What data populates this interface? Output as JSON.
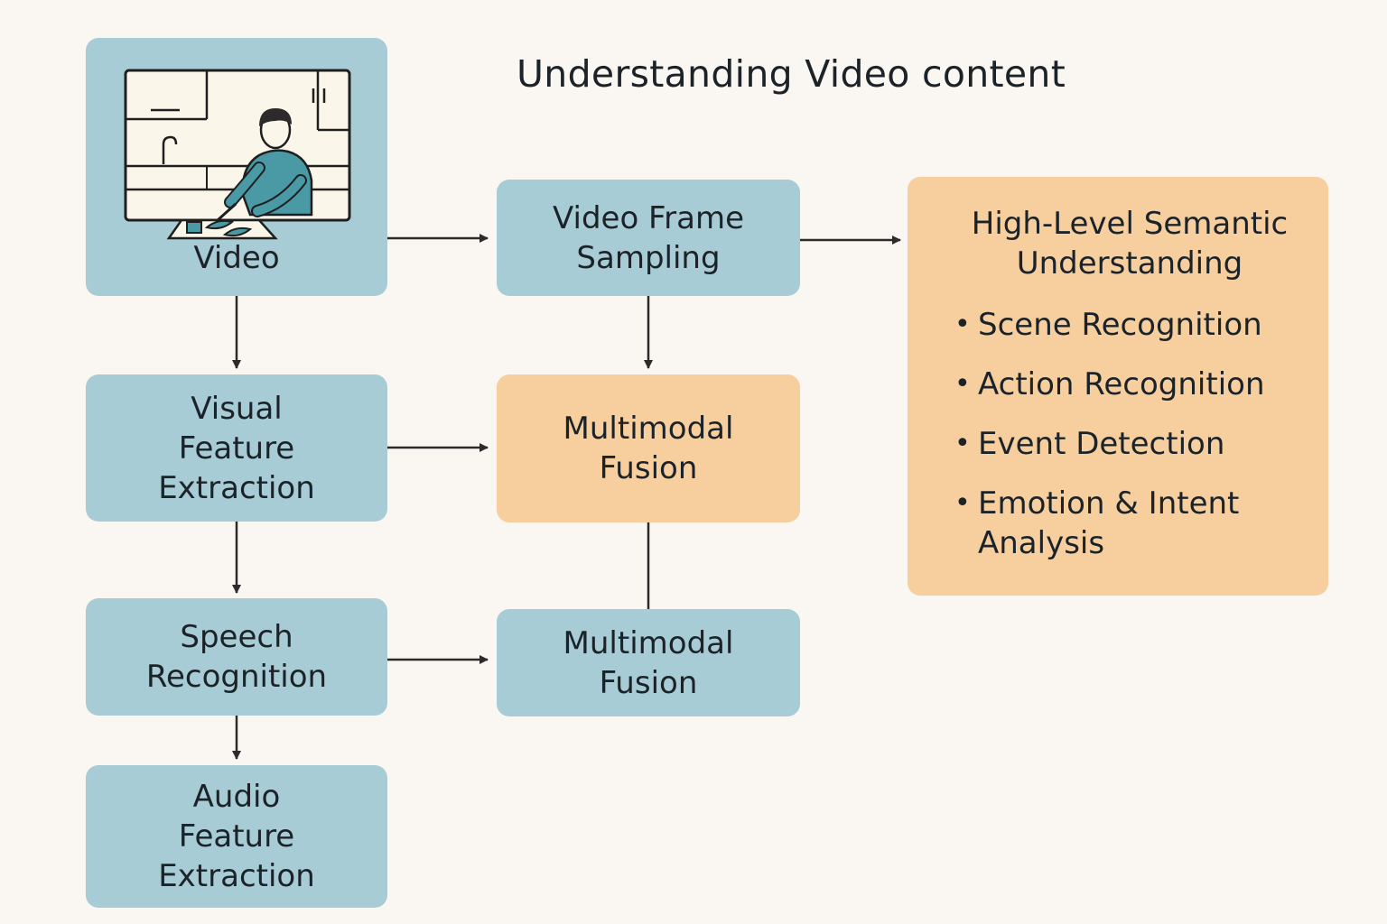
{
  "title": "Understanding Video content",
  "nodes": {
    "video": {
      "label": "Video"
    },
    "frame_sampling": {
      "lines": [
        "Video Frame",
        "Sampling"
      ]
    },
    "visual_feature_extraction": {
      "lines": [
        "Visual",
        "Feature",
        "Extraction"
      ]
    },
    "multimodal_fusion_orange": {
      "lines": [
        "Multimodal",
        "Fusion"
      ]
    },
    "speech_recognition": {
      "lines": [
        "Speech",
        "Recognition"
      ]
    },
    "multimodal_fusion_blue": {
      "lines": [
        "Multimodal",
        "Fusion"
      ]
    },
    "audio_feature_extraction": {
      "lines": [
        "Audio",
        "Feature",
        "Extraction"
      ]
    },
    "semantic": {
      "title_lines": [
        "High-Level Semantic",
        "Understanding"
      ],
      "bullet": "•",
      "items": [
        {
          "lines": [
            "Scene Recognition"
          ]
        },
        {
          "lines": [
            "Action Recognition"
          ]
        },
        {
          "lines": [
            "Event Detection"
          ]
        },
        {
          "lines": [
            "Emotion & Intent",
            "Analysis"
          ]
        }
      ]
    }
  },
  "edges": [
    {
      "from": "video",
      "to": "frame_sampling",
      "arrow": true
    },
    {
      "from": "frame_sampling",
      "to": "semantic",
      "arrow": true
    },
    {
      "from": "video",
      "to": "visual_feature_extraction",
      "arrow": true
    },
    {
      "from": "frame_sampling",
      "to": "multimodal_fusion_orange",
      "arrow": true
    },
    {
      "from": "visual_feature_extraction",
      "to": "multimodal_fusion_orange",
      "arrow": true
    },
    {
      "from": "visual_feature_extraction",
      "to": "speech_recognition",
      "arrow": true
    },
    {
      "from": "multimodal_fusion_orange",
      "to": "multimodal_fusion_blue",
      "arrow": false
    },
    {
      "from": "speech_recognition",
      "to": "multimodal_fusion_blue",
      "arrow": true
    },
    {
      "from": "speech_recognition",
      "to": "audio_feature_extraction",
      "arrow": true
    }
  ],
  "colors": {
    "background": "#faf6f1",
    "blue_box": "#a7ccd6",
    "orange_box": "#f7cf9f",
    "text": "#1c2328",
    "line": "#2b2b2b",
    "person_shirt": "#4a9aa6"
  },
  "icons": {
    "video_thumbnail": "person-cutting-vegetables-illustration"
  }
}
